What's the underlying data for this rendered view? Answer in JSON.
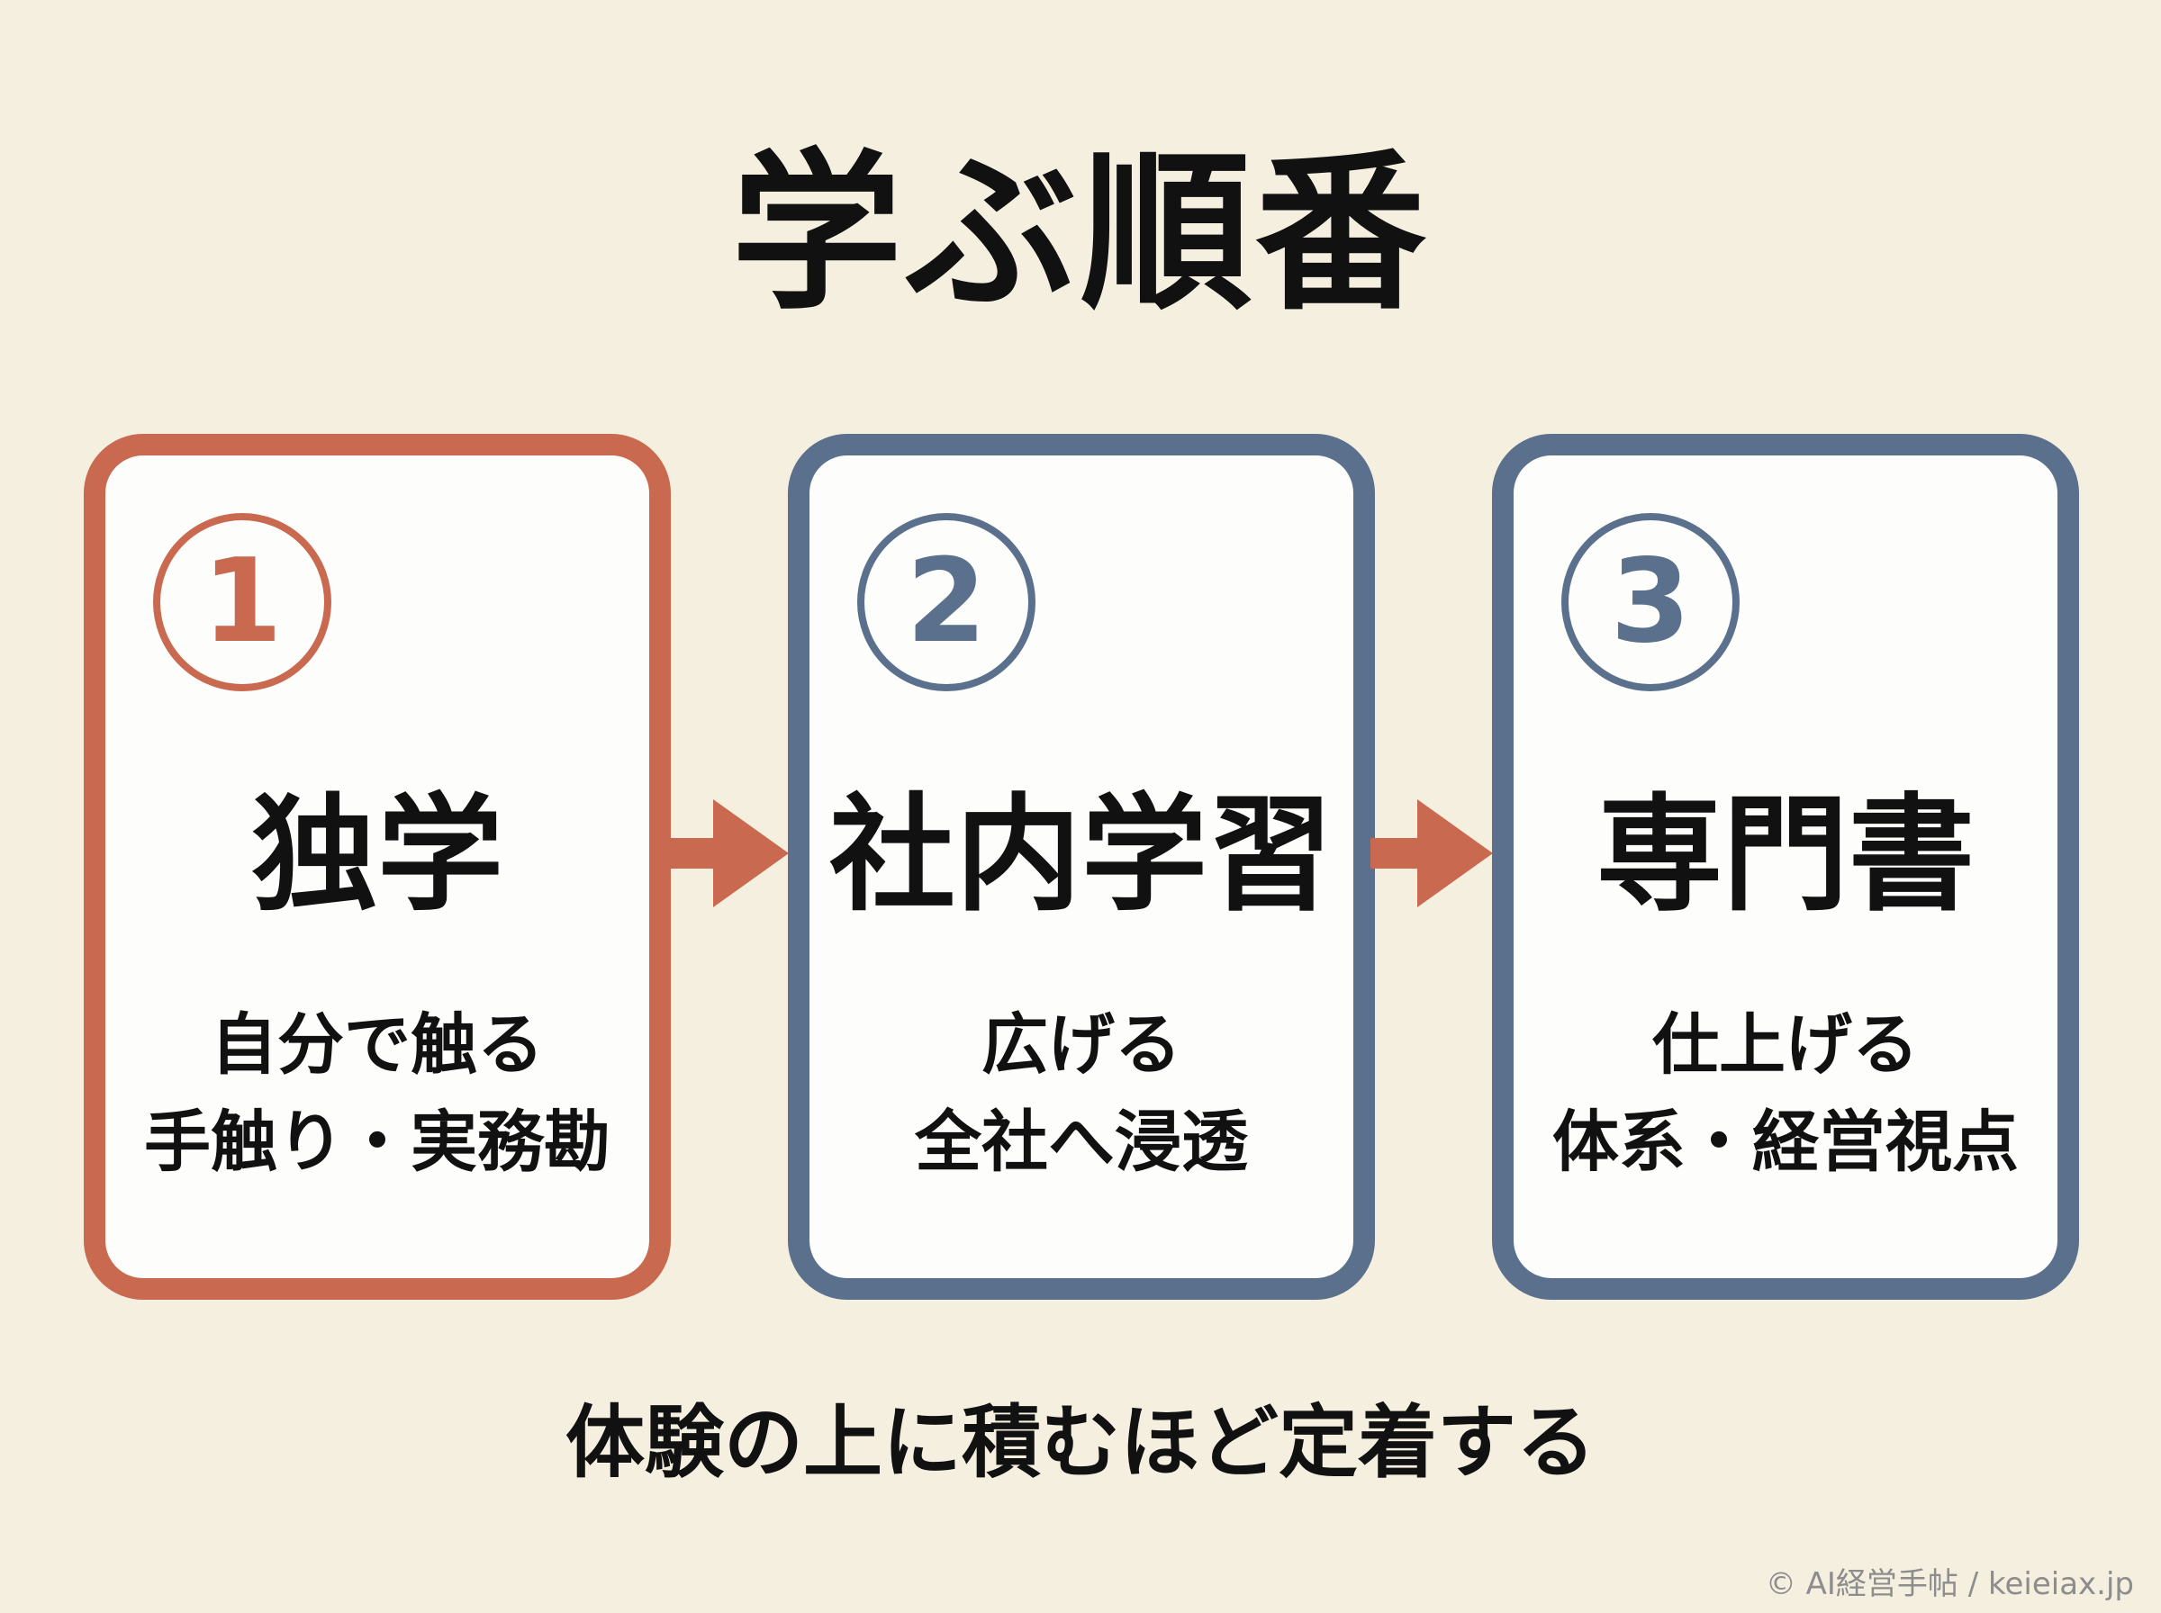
{
  "title": "学ぶ順番",
  "colors": {
    "background": "#f5efe0",
    "accent_orange": "#c9694f",
    "accent_blue": "#5b708c",
    "text": "#111111",
    "card_fill": "#fdfdfc"
  },
  "steps": [
    {
      "number": "1",
      "heading": "独学",
      "line1": "自分で触る",
      "line2": "手触り・実務勘",
      "color": "#c9694f"
    },
    {
      "number": "2",
      "heading": "社内学習",
      "line1": "広げる",
      "line2": "全社へ浸透",
      "color": "#5b708c"
    },
    {
      "number": "3",
      "heading": "専門書",
      "line1": "仕上げる",
      "line2": "体系・経営視点",
      "color": "#5b708c"
    }
  ],
  "connectors": [
    {
      "from": 1,
      "to": 2,
      "icon": "right-arrow-icon",
      "color": "#c9694f"
    },
    {
      "from": 2,
      "to": 3,
      "icon": "right-arrow-icon",
      "color": "#c9694f"
    }
  ],
  "footer": "体験の上に積むほど定着する",
  "credit": "© AI経営手帖 / keieiax.jp"
}
